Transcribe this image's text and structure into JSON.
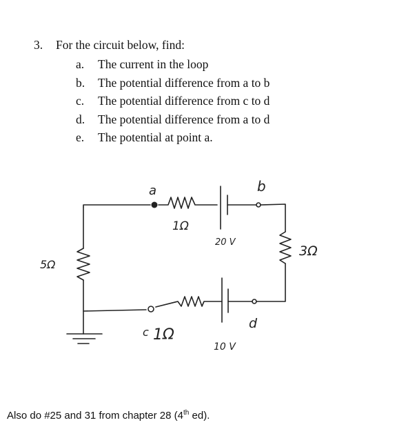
{
  "problem": {
    "number": "3.",
    "prompt": "For the circuit below, find:",
    "parts": [
      {
        "letter": "a.",
        "text": "The current in the loop"
      },
      {
        "letter": "b.",
        "text": "The potential difference from a to b"
      },
      {
        "letter": "c.",
        "text": "The potential difference from c to d"
      },
      {
        "letter": "d.",
        "text": "The potential difference from a to d"
      },
      {
        "letter": "e.",
        "text": "The potential at point a."
      }
    ]
  },
  "circuit": {
    "labels": {
      "point_a": "a",
      "point_b": "b",
      "point_c": "c",
      "point_d": "d",
      "top_resistor": "1Ω",
      "bottom_resistor": "1Ω",
      "right_resistor": "3Ω",
      "left_resistor": "5Ω",
      "top_battery": "20 V",
      "bottom_battery": "10 V"
    }
  },
  "footer": {
    "text_before": "Also do #25 and 31 from chapter 28 (4",
    "superscript": "th",
    "text_after": " ed)."
  }
}
